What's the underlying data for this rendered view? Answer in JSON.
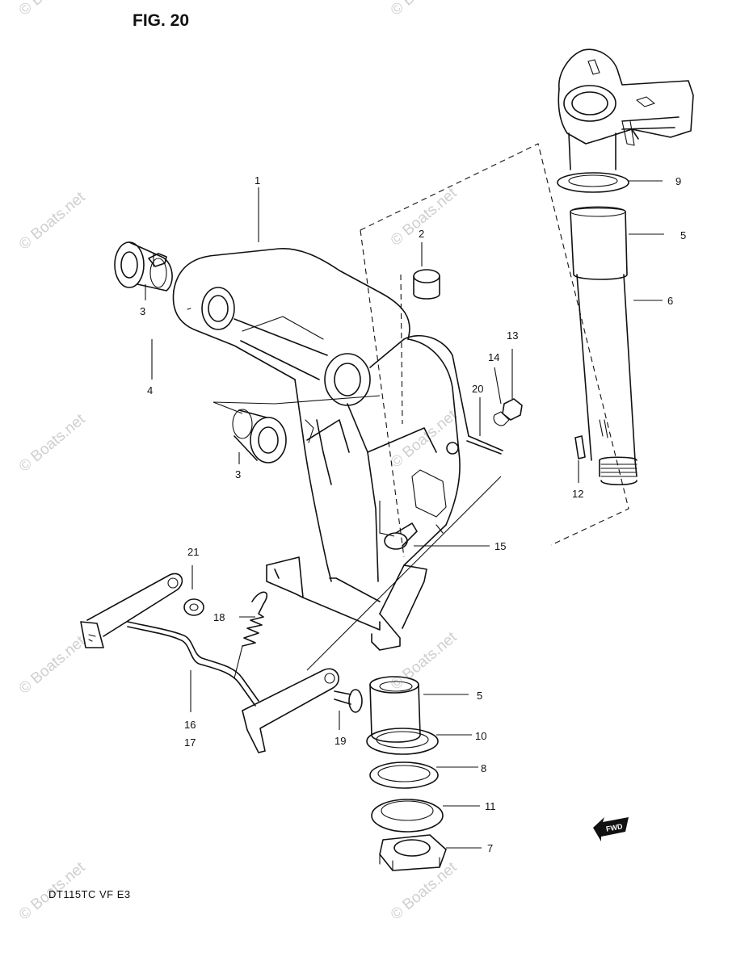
{
  "figure": {
    "title": "FIG. 20",
    "model_code": "DT115TC VF E3",
    "direction_label": "FWD"
  },
  "watermark": {
    "text": "© Boats.net"
  },
  "callouts": {
    "c1": "1",
    "c2": "2",
    "c3a": "3",
    "c3b": "3",
    "c4": "4",
    "c5a": "5",
    "c5b": "5",
    "c6": "6",
    "c7": "7",
    "c8": "8",
    "c9": "9",
    "c10": "10",
    "c11": "11",
    "c12": "12",
    "c13": "13",
    "c14": "14",
    "c15": "15",
    "c16": "16",
    "c17": "17",
    "c18": "18",
    "c19": "19",
    "c20": "20",
    "c21": "21"
  }
}
